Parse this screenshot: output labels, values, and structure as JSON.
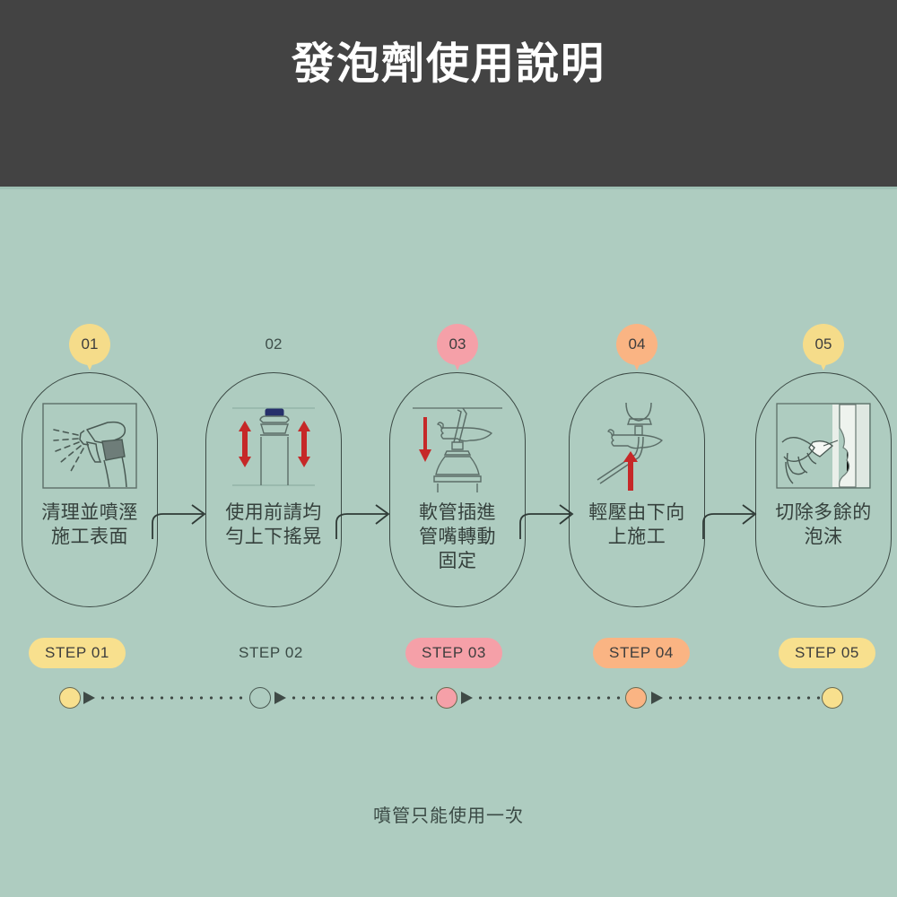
{
  "header": {
    "title": "發泡劑使用說明",
    "background_color": "#434343",
    "title_color": "#ffffff"
  },
  "canvas": {
    "background_color": "#aeccc0",
    "outline_color": "#3c4a45"
  },
  "steps": [
    {
      "pin_number": "01",
      "pin_color": "#f5dc8a",
      "pin_visible": "true",
      "caption_line1": "清理並噴溼",
      "caption_line2": "施工表面",
      "icon": "spray-bottle-icon"
    },
    {
      "pin_number": "02",
      "pin_color": "",
      "pin_visible": "false",
      "caption_line1": "使用前請均",
      "caption_line2": "勻上下搖晃",
      "icon": "aerosol-can-shake-icon"
    },
    {
      "pin_number": "03",
      "pin_color": "#f5a0a8",
      "pin_visible": "true",
      "caption_line1": "軟管插進",
      "caption_line2": "管嘴轉動",
      "caption_line3": "固定",
      "icon": "hose-insert-down-icon"
    },
    {
      "pin_number": "04",
      "pin_color": "#fab483",
      "pin_visible": "true",
      "caption_line1": "輕壓由下向",
      "caption_line2": "上施工",
      "icon": "nozzle-press-up-icon"
    },
    {
      "pin_number": "05",
      "pin_color": "#f5dc8a",
      "pin_visible": "true",
      "caption_line1": "切除多餘的",
      "caption_line2": "泡沫",
      "icon": "knife-cut-foam-icon"
    }
  ],
  "badges": [
    {
      "label": "STEP 01",
      "color": "#f8e08e",
      "filled": "true"
    },
    {
      "label": "STEP 02",
      "color": "",
      "filled": "false"
    },
    {
      "label": "STEP 03",
      "color": "#f5a0a8",
      "filled": "true"
    },
    {
      "label": "STEP 04",
      "color": "#fab483",
      "filled": "true"
    },
    {
      "label": "STEP 05",
      "color": "#f8e08e",
      "filled": "true"
    }
  ],
  "timeline": {
    "dots": [
      {
        "color": "#f8e08e",
        "filled": "true"
      },
      {
        "color": "",
        "filled": "false"
      },
      {
        "color": "#f5a0a8",
        "filled": "true"
      },
      {
        "color": "#fab483",
        "filled": "true"
      },
      {
        "color": "#f8e08e",
        "filled": "true"
      }
    ],
    "connector_style": "dotted-with-arrowhead"
  },
  "footnote": {
    "text": "噴管只能使用一次"
  }
}
